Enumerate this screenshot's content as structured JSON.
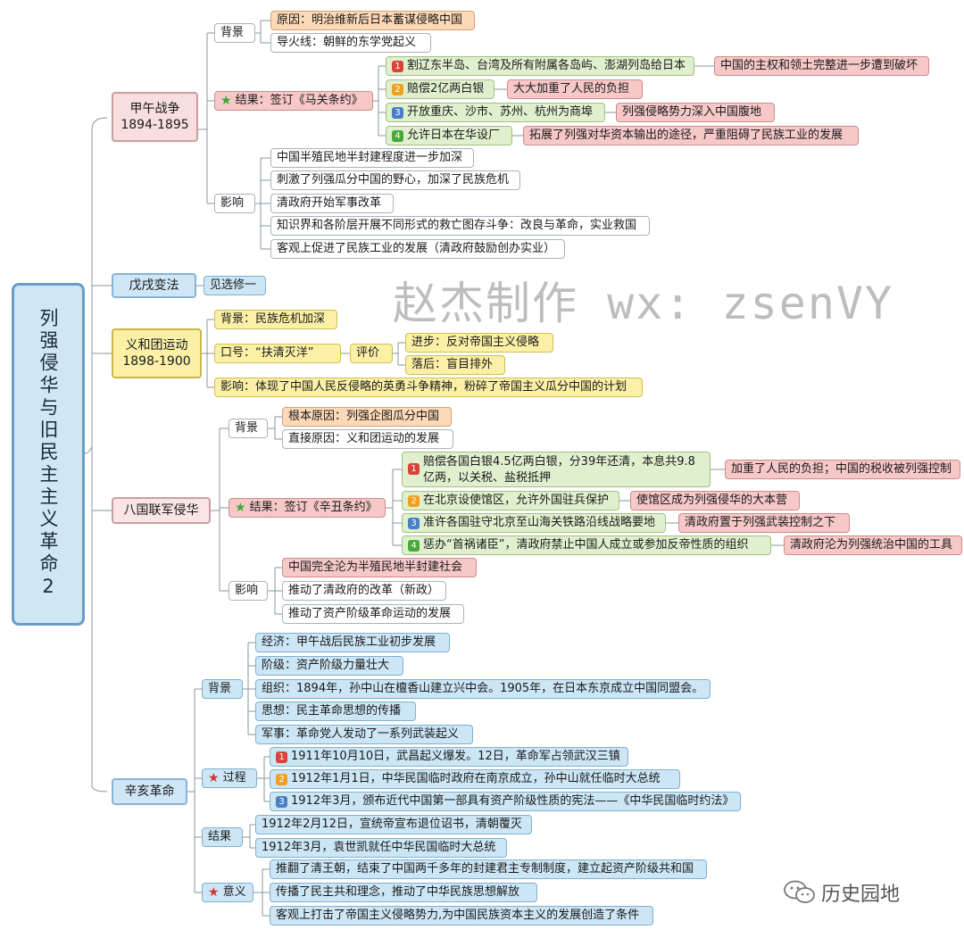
{
  "root": "列强侵华与旧民主主义革命2",
  "watermark": "赵杰制作 wx: zsenVY",
  "brand": "历史园地",
  "icons": {
    "wechat": "wechat-icon",
    "star": "star-icon",
    "number": "number-badge"
  },
  "jiawu": {
    "title": "甲午战争\n1894-1895",
    "bg_label": "背景",
    "bg": [
      "原因：明治维新后日本蓄谋侵略中国",
      "导火线：朝鲜的东学党起义"
    ],
    "result_label": "结果：签订《马关条约》",
    "terms": [
      {
        "n": "1",
        "text": "割辽东半岛、台湾及所有附属各岛屿、澎湖列岛给日本",
        "effect": "中国的主权和领土完整进一步遭到破坏"
      },
      {
        "n": "2",
        "text": "赔偿2亿两白银",
        "effect": "大大加重了人民的负担"
      },
      {
        "n": "3",
        "text": "开放重庆、沙市、苏州、杭州为商埠",
        "effect": "列强侵略势力深入中国腹地"
      },
      {
        "n": "4",
        "text": "允许日本在华设厂",
        "effect": "拓展了列强对华资本输出的途径，严重阻碍了民族工业的发展"
      }
    ],
    "impact_label": "影响",
    "impact": [
      "中国半殖民地半封建程度进一步加深",
      "刺激了列强瓜分中国的野心，加深了民族危机",
      "清政府开始军事改革",
      "知识界和各阶层开展不同形式的救亡图存斗争：改良与革命，实业救国",
      "客观上促进了民族工业的发展（清政府鼓励创办实业）"
    ]
  },
  "wuxu": {
    "title": "戊戌变法",
    "note": "见选修一"
  },
  "yihetuan": {
    "title": "义和团运动\n1898-1900",
    "bg": "背景：民族危机加深",
    "slogan": "口号：“扶清灭洋”",
    "eval_label": "评价",
    "evals": [
      "进步：反对帝国主义侵略",
      "落后：盲目排外"
    ],
    "impact": "影响：体现了中国人民反侵略的英勇斗争精神，粉碎了帝国主义瓜分中国的计划"
  },
  "baguo": {
    "title": "八国联军侵华",
    "bg_label": "背景",
    "bg": [
      "根本原因：列强企图瓜分中国",
      "直接原因：义和团运动的发展"
    ],
    "result_label": "结果：签订《辛丑条约》",
    "terms": [
      {
        "n": "1",
        "text": "赔偿各国白银4.5亿两白银，分39年还清，本息共9.8亿两，以关税、盐税抵押",
        "effect": "加重了人民的负担；中国的税收被列强控制"
      },
      {
        "n": "2",
        "text": "在北京设使馆区，允许外国驻兵保护",
        "effect": "使馆区成为列强侵华的大本营"
      },
      {
        "n": "3",
        "text": "准许各国驻守北京至山海关铁路沿线战略要地",
        "effect": "清政府置于列强武装控制之下"
      },
      {
        "n": "4",
        "text": "惩办“首祸诸臣”，清政府禁止中国人成立或参加反帝性质的组织",
        "effect": "清政府沦为列强统治中国的工具"
      }
    ],
    "impact_label": "影响",
    "impact": [
      "中国完全沦为半殖民地半封建社会",
      "推动了清政府的改革（新政）",
      "推动了资产阶级革命运动的发展"
    ]
  },
  "xinhai": {
    "title": "辛亥革命",
    "bg_label": "背景",
    "bg": [
      "经济：甲午战后民族工业初步发展",
      "阶级：资产阶级力量壮大",
      "组织：1894年，孙中山在檀香山建立兴中会。1905年，在日本东京成立中国同盟会。",
      "思想：民主革命思想的传播",
      "军事：革命党人发动了一系列武装起义"
    ],
    "process_label": "过程",
    "process": [
      {
        "n": "1",
        "text": "1911年10月10日，武昌起义爆发。12日，革命军占领武汉三镇"
      },
      {
        "n": "2",
        "text": "1912年1月1日，中华民国临时政府在南京成立，孙中山就任临时大总统"
      },
      {
        "n": "3",
        "text": "1912年3月，颁布近代中国第一部具有资产阶级性质的宪法——《中华民国临时约法》"
      }
    ],
    "result_label": "结果",
    "result": [
      "1912年2月12日，宣统帝宣布退位诏书，清朝覆灭",
      "1912年3月，袁世凯就任中华民国临时大总统"
    ],
    "meaning_label": "意义",
    "meaning": [
      "推翻了清王朝，结束了中国两千多年的封建君主专制制度，建立起资产阶级共和国",
      "传播了民主共和理念，推动了中华民族思想解放",
      "客观上打击了帝国主义侵略势力,为中国民族资本主义的发展创造了条件"
    ]
  }
}
